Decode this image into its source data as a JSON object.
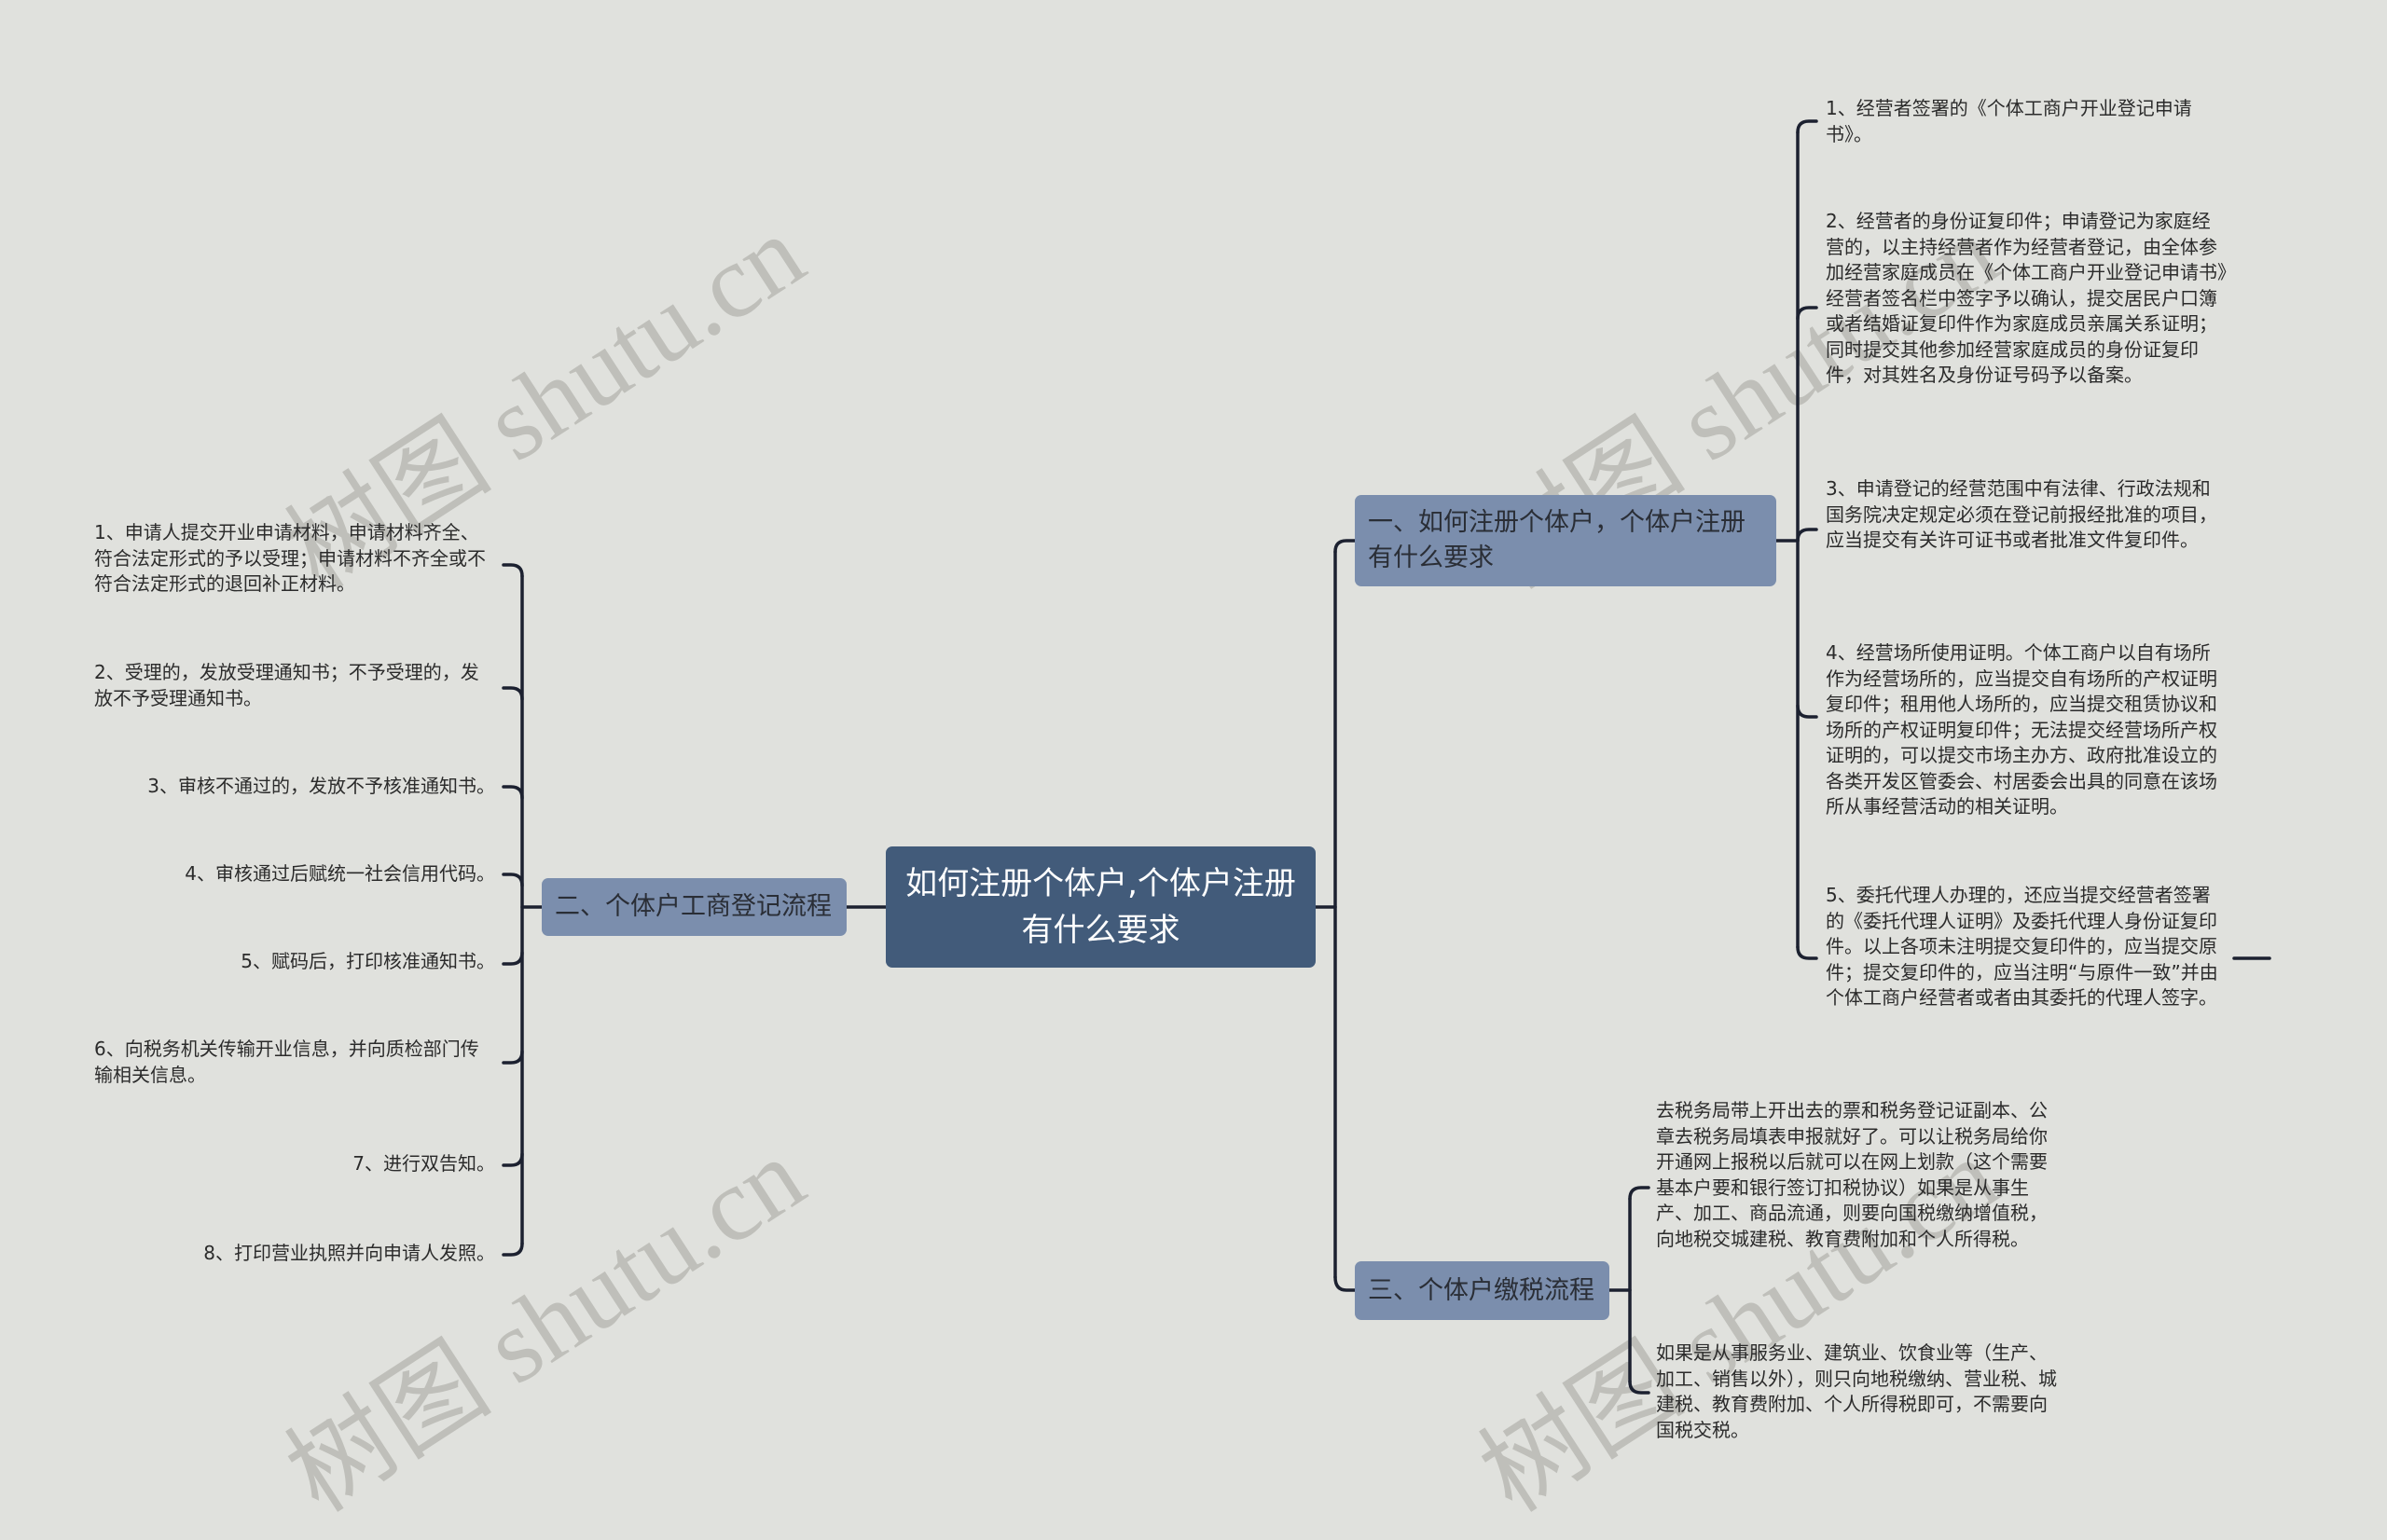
{
  "watermark": {
    "text": "树图 shutu.cn"
  },
  "root": {
    "label": "如何注册个体户,个体户注册有什么要求"
  },
  "branches": [
    {
      "label": "一、如何注册个体户，个体户注册有什么要求",
      "items": [
        "1、经营者签署的《个体工商户开业登记申请书》。",
        "2、经营者的身份证复印件；申请登记为家庭经营的，以主持经营者作为经营者登记，由全体参加经营家庭成员在《个体工商户开业登记申请书》经营者签名栏中签字予以确认，提交居民户口簿或者结婚证复印件作为家庭成员亲属关系证明；同时提交其他参加经营家庭成员的身份证复印件，对其姓名及身份证号码予以备案。",
        "3、申请登记的经营范围中有法律、行政法规和国务院决定规定必须在登记前报经批准的项目，应当提交有关许可证书或者批准文件复印件。",
        "4、经营场所使用证明。个体工商户以自有场所作为经营场所的，应当提交自有场所的产权证明复印件；租用他人场所的，应当提交租赁协议和场所的产权证明复印件；无法提交经营场所产权证明的，可以提交市场主办方、政府批准设立的各类开发区管委会、村居委会出具的同意在该场所从事经营活动的相关证明。",
        "5、委托代理人办理的，还应当提交经营者签署的《委托代理人证明》及委托代理人身份证复印件。以上各项未注明提交复印件的，应当提交原件；提交复印件的，应当注明“与原件一致”并由个体工商户经营者或者由其委托的代理人签字。"
      ]
    },
    {
      "label": "二、个体户工商登记流程",
      "items": [
        "1、申请人提交开业申请材料，申请材料齐全、符合法定形式的予以受理；申请材料不齐全或不符合法定形式的退回补正材料。",
        "2、受理的，发放受理通知书；不予受理的，发放不予受理通知书。",
        "3、审核不通过的，发放不予核准通知书。",
        "4、审核通过后赋统一社会信用代码。",
        "5、赋码后，打印核准通知书。",
        "6、向税务机关传输开业信息，并向质检部门传输相关信息。",
        "7、进行双告知。",
        "8、打印营业执照并向申请人发照。"
      ]
    },
    {
      "label": "三、个体户缴税流程",
      "items": [
        "去税务局带上开出去的票和税务登记证副本、公章去税务局填表申报就好了。可以让税务局给你开通网上报税以后就可以在网上划款（这个需要基本户要和银行签订扣税协议）如果是从事生产、加工、商品流通，则要向国税缴纳增值税，向地税交城建税、教育费附加和个人所得税。",
        "如果是从事服务业、建筑业、饮食业等（生产、加工、销售以外），则只向地税缴纳、营业税、城建税、教育费附加、个人所得税即可，不需要向国税交税。"
      ]
    }
  ],
  "colors": {
    "background": "#e0e1dd",
    "root_fill": "#425b7a",
    "branch_fill": "#7b8ead",
    "line": "#1c2130"
  }
}
